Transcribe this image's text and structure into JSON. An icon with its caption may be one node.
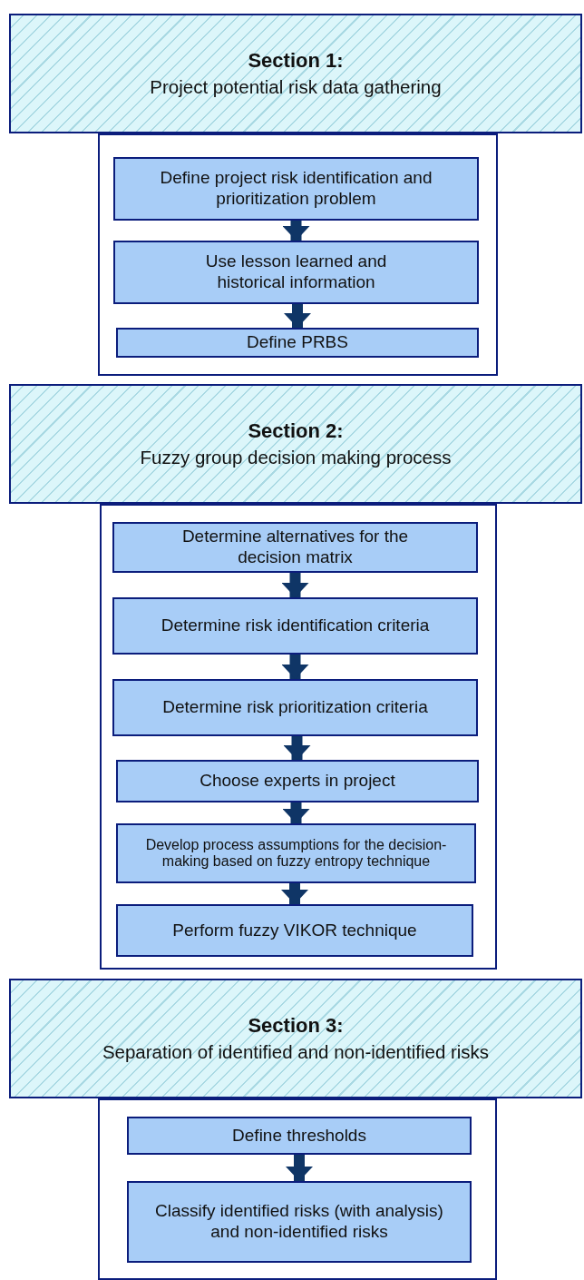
{
  "diagram": {
    "nodes": [
      {
        "text": [
          "Section 1:",
          "Project potential risk data gathering"
        ]
      },
      {
        "text": [],
        "shape": "box"
      },
      {
        "text": [
          "Define project risk identification and prioritization problem"
        ],
        "in": 1
      },
      {
        "text": [
          "Use lesson learned and historical information"
        ],
        "in": 1
      },
      {
        "text": [
          "Define PRBS"
        ],
        "in": 1
      },
      {
        "text": [
          "Section 2:",
          "Fuzzy group decision making process"
        ]
      },
      {
        "text": [],
        "shape": "box"
      },
      {
        "text": [
          "Determine alternatives for the decision matrix"
        ],
        "in": 6
      },
      {
        "text": [
          "Determine risk identification criteria"
        ],
        "in": 6
      },
      {
        "text": [
          "Determine risk prioritization criteria"
        ],
        "in": 6
      },
      {
        "text": [
          "Choose experts in project"
        ],
        "in": 6
      },
      {
        "text": [
          "Develop process assumptions for the decision-making based on fuzzy entropy technique"
        ],
        "in": 6
      },
      {
        "text": [
          "Perform fuzzy VIKOR technique"
        ],
        "in": 6
      },
      {
        "text": [
          "Section 3:",
          "Separation of identified and non-identified risks"
        ]
      },
      {
        "text": [],
        "shape": "box"
      },
      {
        "text": [
          "Define thresholds"
        ],
        "in": 14
      },
      {
        "text": [
          "Classify identified risks (with analysis) and non-identified risks"
        ],
        "in": 14
      }
    ],
    "edges": [
      {
        "from": 2,
        "to": 3,
        "arrow": "to"
      },
      {
        "from": 3,
        "to": 4,
        "arrow": "to"
      },
      {
        "from": 7,
        "to": 8,
        "arrow": "to"
      },
      {
        "from": 8,
        "to": 9,
        "arrow": "to"
      },
      {
        "from": 9,
        "to": 10,
        "arrow": "to"
      },
      {
        "from": 10,
        "to": 11,
        "arrow": "to"
      },
      {
        "from": 11,
        "to": 12,
        "arrow": "to"
      },
      {
        "from": 15,
        "to": 16,
        "arrow": "to"
      }
    ]
  }
}
